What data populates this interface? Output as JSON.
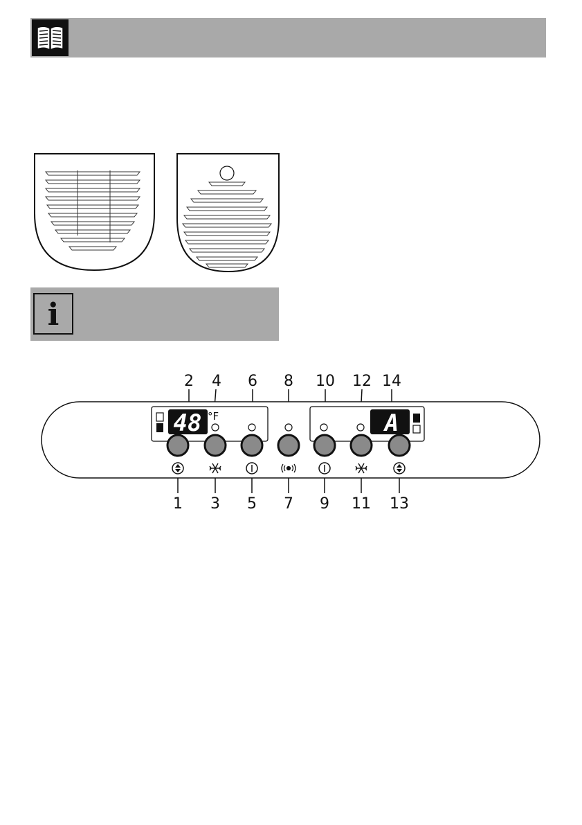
{
  "header": {
    "icon": "manual-book-icon"
  },
  "info_box": {
    "icon": "info-icon",
    "glyph": "i"
  },
  "panel": {
    "top_numbers": [
      "2",
      "4",
      "6",
      "8",
      "10",
      "12",
      "14"
    ],
    "bottom_numbers": [
      "1",
      "3",
      "5",
      "7",
      "9",
      "11",
      "13"
    ],
    "left_display": "48",
    "unit": "°F",
    "right_display": "A",
    "icons": [
      "up-down-arrows-icon",
      "snowflake-icon",
      "power-icon",
      "alarm-icon",
      "power-icon",
      "snowflake-icon",
      "up-down-arrows-icon"
    ]
  },
  "colors": {
    "header_gray": "#a9a9a9",
    "button_gray": "#8a8a8a",
    "display_black": "#111111"
  }
}
